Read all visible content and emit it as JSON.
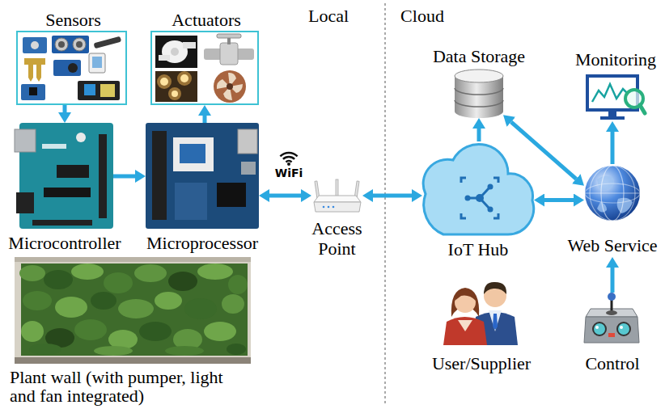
{
  "diagram": {
    "nodes": [
      {
        "text": [
          "Sensors"
        ]
      },
      {
        "text": [
          "Actuators"
        ]
      },
      {
        "text": [
          "Microcontroller"
        ]
      },
      {
        "text": [
          "Microprocessor"
        ]
      },
      {
        "text": [
          "Plant wall (with pumper, light and fan integrated)"
        ]
      },
      {
        "text": [
          "Access Point"
        ]
      },
      {
        "text": [
          "Data Storage"
        ]
      },
      {
        "text": [
          "Monitoring"
        ]
      },
      {
        "text": [
          "IoT Hub"
        ]
      },
      {
        "text": [
          "Web Service"
        ]
      },
      {
        "text": [
          "User/Supplier"
        ]
      },
      {
        "text": [
          "Control"
        ]
      }
    ],
    "edges": [
      {
        "from": 0,
        "to": 2,
        "arrow": "to"
      },
      {
        "from": 2,
        "to": 3,
        "arrow": "to"
      },
      {
        "from": 3,
        "to": 1,
        "arrow": "to"
      },
      {
        "from": 3,
        "to": 5,
        "arrow": "both"
      },
      {
        "from": 5,
        "to": 8,
        "arrow": "both"
      },
      {
        "from": 8,
        "to": 6,
        "arrow": "to"
      },
      {
        "from": 6,
        "to": 9,
        "arrow": "both"
      },
      {
        "from": 9,
        "to": 7,
        "arrow": "to"
      },
      {
        "from": 8,
        "to": 9,
        "arrow": "both"
      },
      {
        "from": 11,
        "to": 9,
        "arrow": "to"
      }
    ],
    "labels": [
      "Local",
      "Cloud",
      "WiFi"
    ]
  }
}
